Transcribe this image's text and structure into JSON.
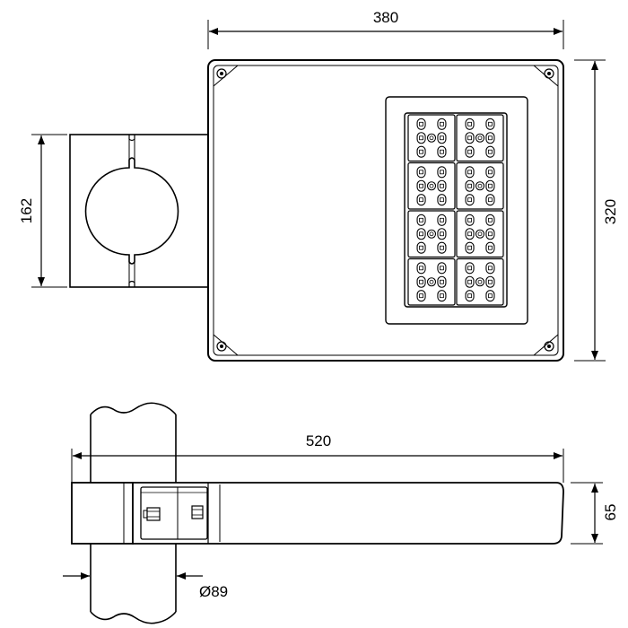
{
  "dimensions": {
    "width_top": "380",
    "height_right": "320",
    "clamp_height": "162",
    "length_side": "520",
    "thickness_side": "65",
    "pole_diameter": "Ø89"
  },
  "led_module": {
    "rows": 4,
    "cols": 2
  },
  "colors": {
    "line": "#000000",
    "background": "#ffffff",
    "module_fill": "#f4f4f4"
  }
}
